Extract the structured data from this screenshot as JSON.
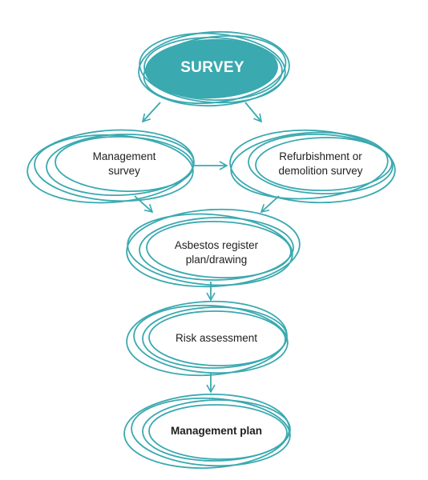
{
  "colors": {
    "accent": "#3aa9b0",
    "fill_primary": "#3aa9b0",
    "text_primary": "#ffffff",
    "text": "#1e1e1e",
    "background": "#ffffff"
  },
  "nodes": {
    "survey": {
      "label": "SURVEY"
    },
    "management_survey": {
      "line1": "Management",
      "line2": "survey"
    },
    "refurbishment_survey": {
      "line1": "Refurbishment or",
      "line2": "demolition survey"
    },
    "asbestos_register": {
      "line1": "Asbestos register",
      "line2": "plan/drawing"
    },
    "risk_assessment": {
      "label": "Risk assessment"
    },
    "management_plan": {
      "label": "Management plan"
    }
  }
}
